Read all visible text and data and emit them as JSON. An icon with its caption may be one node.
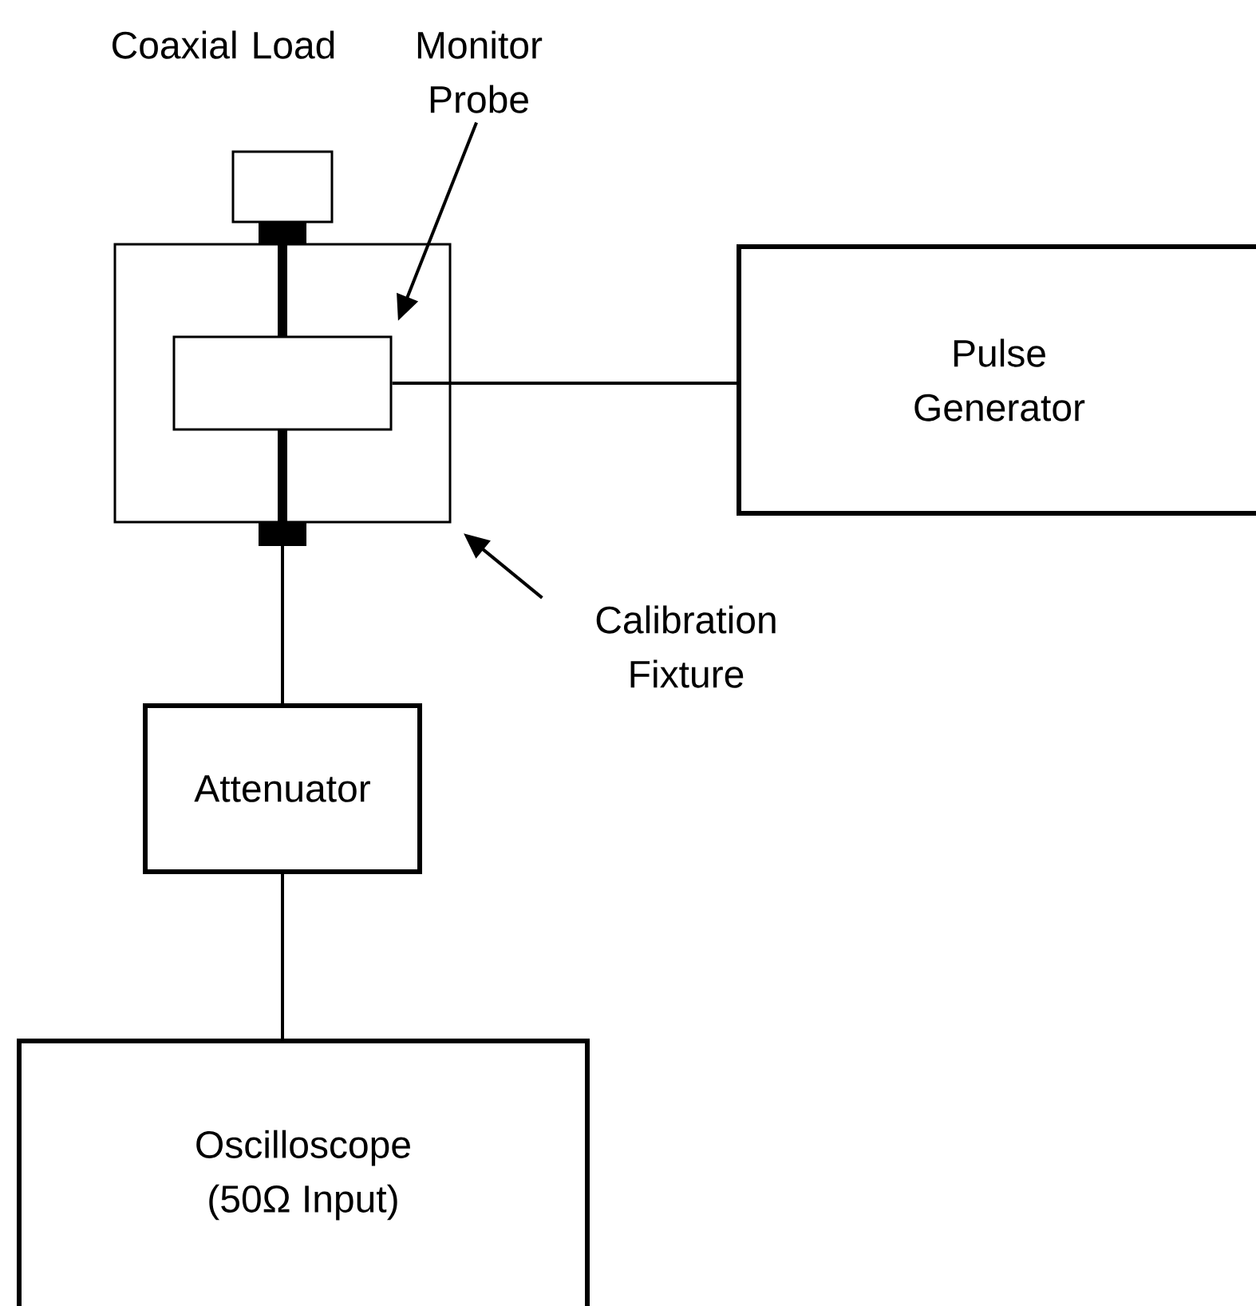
{
  "diagram": {
    "nodes": [
      {
        "text": [],
        "shape": "box"
      },
      {
        "text": [
          "Coaxial Load"
        ]
      },
      {
        "text": [],
        "shape": "box",
        "in": 0
      },
      {
        "text": [
          "Monitor Probe"
        ]
      },
      {
        "text": [
          "Calibration Fixture"
        ]
      },
      {
        "text": [
          "Pulse Generator"
        ]
      },
      {
        "text": [
          "Attenuator"
        ]
      },
      {
        "text": [
          "Oscilloscope (50Ω Input)"
        ]
      }
    ],
    "edges": [
      {
        "from": 3,
        "to": 2,
        "arrow": "to"
      },
      {
        "from": 4,
        "to": 0,
        "arrow": "to"
      },
      {
        "from": 2,
        "to": 5,
        "arrow": "none"
      },
      {
        "from": 0,
        "to": 6,
        "arrow": "none"
      },
      {
        "from": 6,
        "to": 7,
        "arrow": "none"
      }
    ]
  }
}
